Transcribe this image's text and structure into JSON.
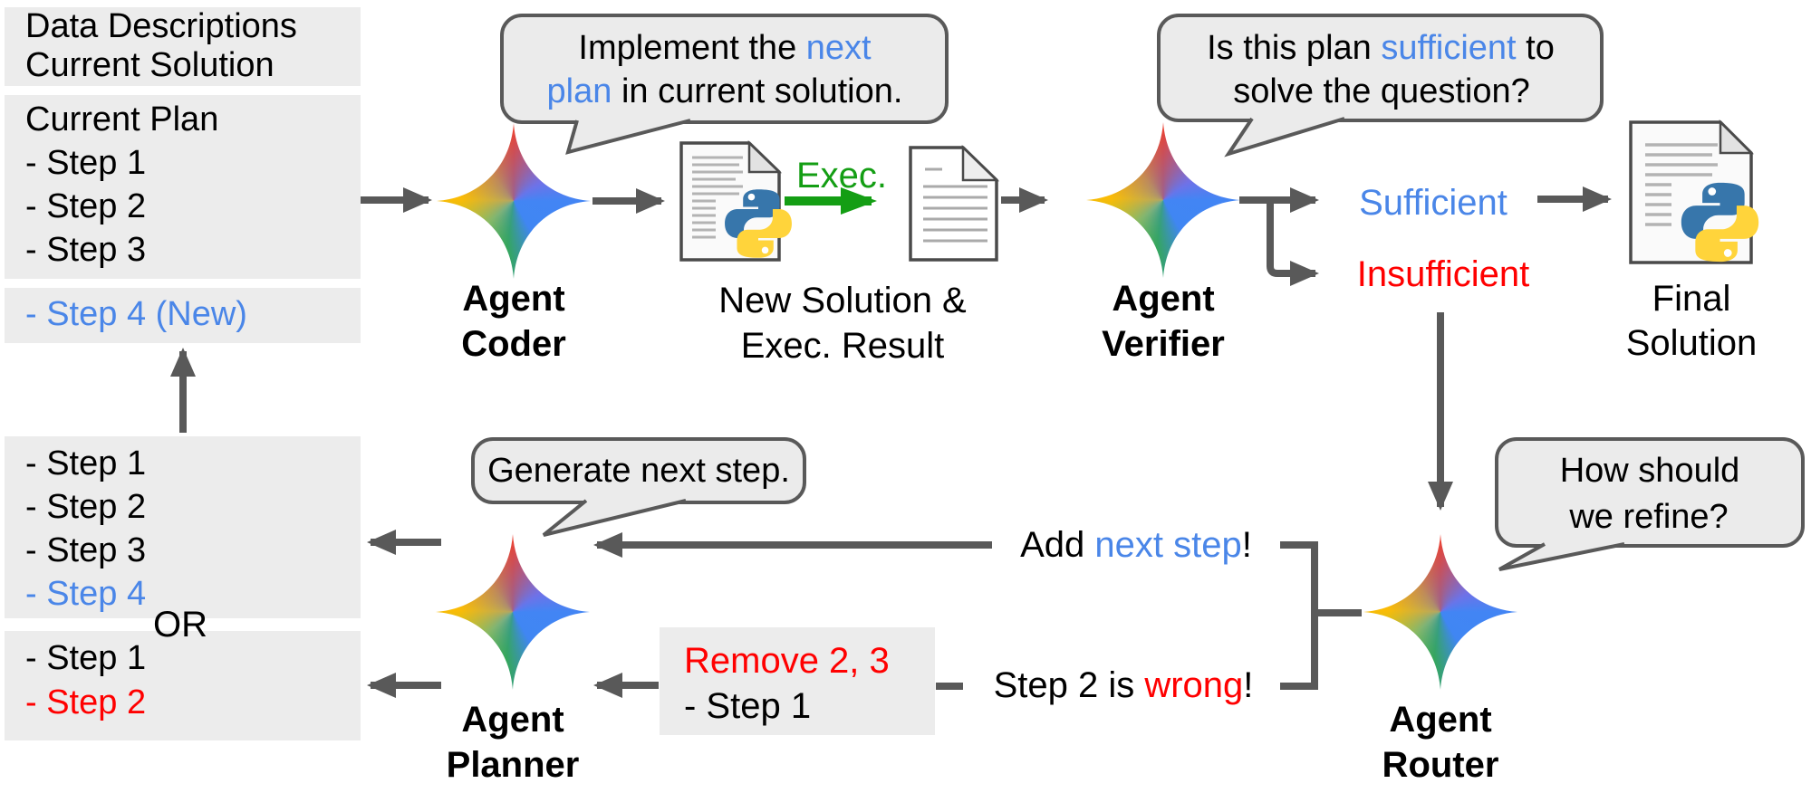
{
  "colors": {
    "blue": "#4a86e8",
    "red": "#ff0000",
    "green": "#149e14",
    "black": "#000000",
    "box_bg": "#ececec",
    "bubble_bg": "#ebebeb",
    "arrow_gray": "#595959"
  },
  "input_boxes": {
    "context": [
      "Data Descriptions",
      "Current Solution"
    ],
    "plan": [
      "Current Plan",
      "- Step 1",
      "- Step 2",
      "- Step 3"
    ],
    "new_step": "- Step 4 (New)"
  },
  "agents": {
    "coder": [
      "Agent",
      "Coder"
    ],
    "verifier": [
      "Agent",
      "Verifier"
    ],
    "planner": [
      "Agent",
      "Planner"
    ],
    "router": [
      "Agent",
      "Router"
    ]
  },
  "bubbles": {
    "coder": {
      "l1a": "Implement the ",
      "l1b": "next",
      "l2a": "plan",
      "l2b": " in current solution."
    },
    "verifier": {
      "l1a": "Is this plan ",
      "l1b": "sufficient",
      "l1c": " to",
      "l2": "solve the question?"
    },
    "router": {
      "l1": "How should",
      "l2": "we refine?"
    },
    "planner": {
      "l1": "Generate next step."
    }
  },
  "labels": {
    "exec": "Exec.",
    "new_solution": [
      "New Solution &",
      "Exec. Result"
    ],
    "final_solution": [
      "Final",
      "Solution"
    ],
    "sufficient": "Sufficient",
    "insufficient": "Insufficient",
    "or": "OR",
    "add_step": {
      "a": "Add ",
      "b": "next step",
      "c": "!"
    },
    "wrong_step": {
      "a": "Step 2 is ",
      "b": "wrong",
      "c": "!"
    }
  },
  "revision_boxes": {
    "append": {
      "lines": [
        "- Step 1",
        "- Step 2",
        "- Step 3"
      ],
      "new_line": "- Step 4"
    },
    "truncate": {
      "line": "- Step 1",
      "removed_line": "- Step 2"
    },
    "instruction": {
      "remove": "Remove 2, 3",
      "keep": "- Step 1"
    }
  }
}
